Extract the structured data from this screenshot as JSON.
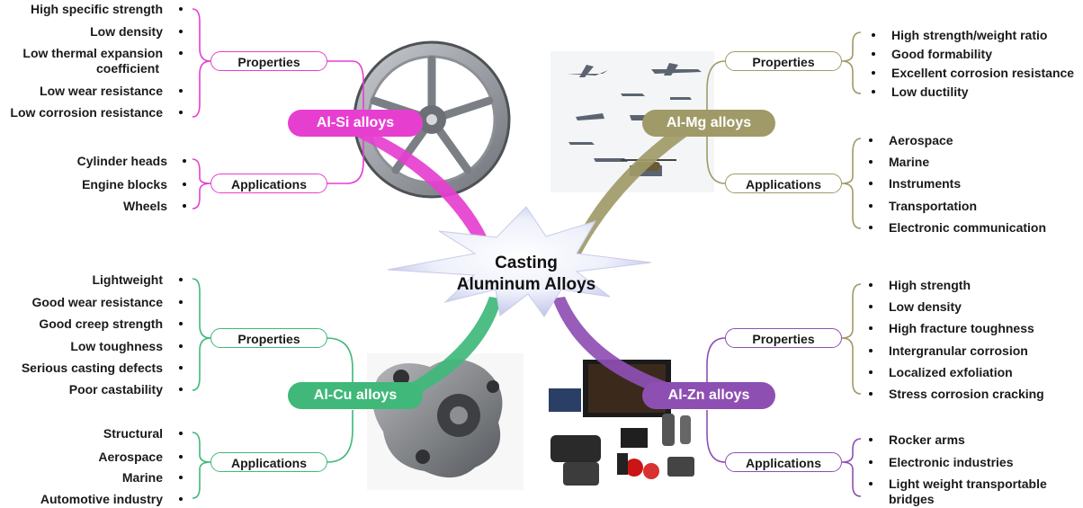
{
  "center": {
    "line1": "Casting",
    "line2": "Aluminum Alloys"
  },
  "colors": {
    "alsi": "#e63fd0",
    "almg": "#a09a68",
    "alcu": "#3fb879",
    "alzn": "#8e4fb3"
  },
  "alsi": {
    "name": "Al-Si alloys",
    "properties_label": "Properties",
    "properties": [
      "High specific strength",
      "Low density",
      "Low thermal expansion",
      "coefficient",
      "Low wear resistance",
      "Low corrosion resistance"
    ],
    "applications_label": "Applications",
    "applications": [
      "Cylinder heads",
      "Engine blocks",
      "Wheels"
    ],
    "image_icon": "alloy-wheel-image"
  },
  "almg": {
    "name": "Al-Mg alloys",
    "properties_label": "Properties",
    "properties": [
      "High strength/weight ratio",
      "Good formability",
      "Excellent corrosion resistance",
      "Low ductility"
    ],
    "applications_label": "Applications",
    "applications": [
      "Aerospace",
      "Marine",
      "Instruments",
      "Transportation",
      "Electronic communication"
    ],
    "image_icon": "aircraft-collage-image"
  },
  "alcu": {
    "name": "Al-Cu alloys",
    "properties_label": "Properties",
    "properties": [
      "Lightweight",
      "Good wear resistance",
      "Good creep strength",
      "Low toughness",
      "Serious casting defects",
      "Poor castability"
    ],
    "applications_label": "Applications",
    "applications": [
      "Structural",
      "Aerospace",
      "Marine",
      "Automotive industry"
    ],
    "image_icon": "cast-pump-housing-image"
  },
  "alzn": {
    "name": "Al-Zn alloys",
    "properties_label": "Properties",
    "properties": [
      "High strength",
      "Low density",
      "High fracture toughness",
      "Intergranular corrosion",
      "Localized exfoliation",
      "Stress corrosion cracking"
    ],
    "applications_label": "Applications",
    "applications": [
      "Rocker arms",
      "Electronic industries",
      "Light weight transportable",
      "bridges"
    ],
    "image_icon": "electronics-collage-image"
  }
}
